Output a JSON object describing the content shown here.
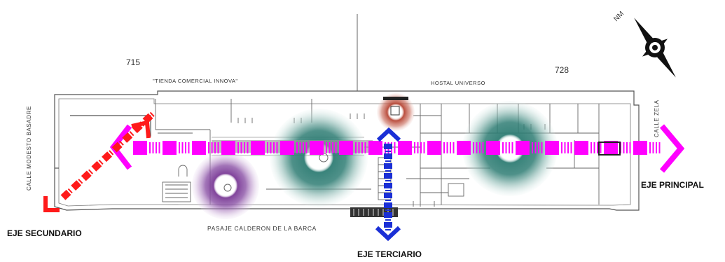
{
  "plan": {
    "lot_left": "715",
    "lot_right": "728",
    "neighbor_left": "\"TIENDA COMERCIAL INNOVA\"",
    "neighbor_right": "HOSTAL UNIVERSO",
    "street_left": "CALLE MODESTO BASADRE",
    "street_right": "CALLE ZELA",
    "street_bottom": "PASAJE CALDERON DE LA BARCA"
  },
  "axes": {
    "primary": "EJE PRINCIPAL",
    "secondary": "EJE SECUNDARIO",
    "tertiary": "EJE TERCIARIO"
  },
  "compass": {
    "label": "NM"
  },
  "colors": {
    "primary_axis": "#ff00ff",
    "secondary_axis": "#ff1a1a",
    "tertiary_axis": "#1a2fd6",
    "teal_node": "#2f7d74",
    "purple_node": "#7a3a96",
    "red_node": "#b23a28"
  }
}
